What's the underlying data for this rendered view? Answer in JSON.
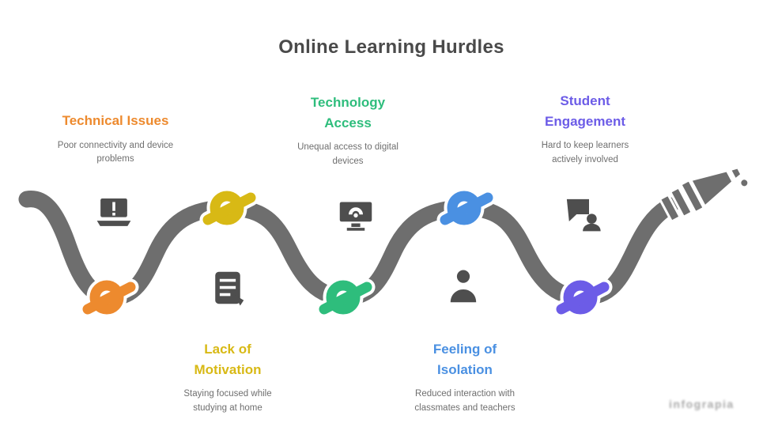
{
  "title": "Online Learning Hurdles",
  "watermark": "infograpia",
  "colors": {
    "rope": "#6E6E6E",
    "title_text": "#4A4A4A",
    "description_text": "#6F6F6F",
    "icon": "#3F3F3F"
  },
  "sections": [
    {
      "label": "Technical Issues",
      "description": "Poor connectivity and device problems",
      "color": "#ED8A2E",
      "icon": "laptop-warning-icon",
      "knot_position": "bottom"
    },
    {
      "label": "Lack of Motivation",
      "description": "Staying focused while studying at home",
      "color": "#D8B915",
      "icon": "checklist-icon",
      "knot_position": "top"
    },
    {
      "label": "Technology Access",
      "description": "Unequal access to digital devices",
      "color": "#2EBD7C",
      "icon": "device-signal-icon",
      "knot_position": "bottom"
    },
    {
      "label": "Feeling of Isolation",
      "description": "Reduced interaction with classmates and teachers",
      "color": "#4A90E2",
      "icon": "lonely-person-icon",
      "knot_position": "top"
    },
    {
      "label": "Student Engagement",
      "description": "Hard to keep learners actively involved",
      "color": "#6C5CE7",
      "icon": "engagement-icon",
      "knot_position": "bottom"
    }
  ]
}
